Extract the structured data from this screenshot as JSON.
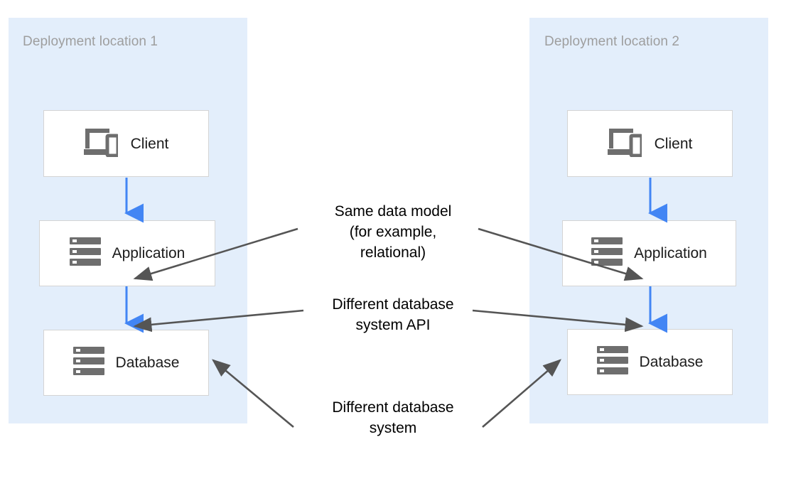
{
  "diagram": {
    "background": "#ffffff",
    "zone_color": "#e3eefb",
    "node_border_color": "#d4d4d4",
    "flow_arrow_color": "#4285f4",
    "annotation_arrow_color": "#555555",
    "icon_color": "#6e6e6e",
    "zone_title_color": "#9e9e9e"
  },
  "zones": [
    {
      "id": "zone-1",
      "title": "Deployment location 1"
    },
    {
      "id": "zone-2",
      "title": "Deployment location 2"
    }
  ],
  "nodes": {
    "left": [
      {
        "id": "client-1",
        "label": "Client",
        "icon": "devices-icon"
      },
      {
        "id": "application-1",
        "label": "Application",
        "icon": "server-stack-icon"
      },
      {
        "id": "database-1",
        "label": "Database",
        "icon": "server-stack-icon"
      }
    ],
    "right": [
      {
        "id": "client-2",
        "label": "Client",
        "icon": "devices-icon"
      },
      {
        "id": "application-2",
        "label": "Application",
        "icon": "server-stack-icon"
      },
      {
        "id": "database-2",
        "label": "Database",
        "icon": "server-stack-icon"
      }
    ]
  },
  "annotations": [
    {
      "id": "same-data-model",
      "text": "Same data model\n(for example,\nrelational)",
      "points_to": [
        "application-1",
        "application-2"
      ]
    },
    {
      "id": "different-database-system-api",
      "text": "Different database\nsystem API",
      "points_to": [
        "database-1",
        "database-2"
      ]
    },
    {
      "id": "different-database-system",
      "text": "Different database\nsystem",
      "points_to": [
        "database-1",
        "database-2"
      ]
    }
  ]
}
